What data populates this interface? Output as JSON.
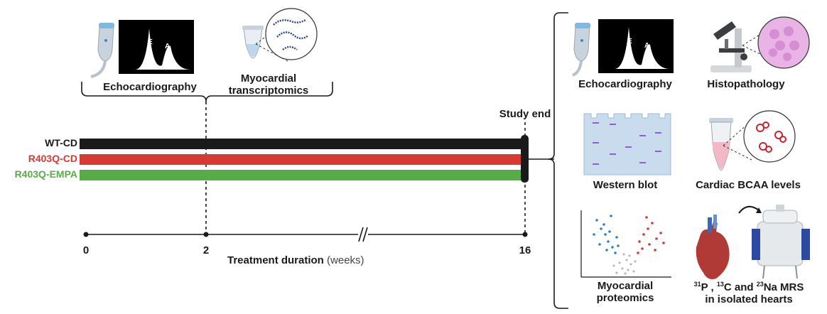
{
  "top_labels": {
    "echo": "Echocardiography",
    "transcriptomics_line1": "Myocardial",
    "transcriptomics_line2": "transcriptomics"
  },
  "study_end": "Study end",
  "groups": [
    {
      "name": "WT-CD",
      "color": "#1a1a1a"
    },
    {
      "name": "R403Q-CD",
      "color": "#d63a32"
    },
    {
      "name": "R403Q-EMPA",
      "color": "#57ad45"
    }
  ],
  "axis": {
    "ticks": [
      "0",
      "2",
      "16"
    ],
    "title_bold": "Treatment duration",
    "title_unit": "(weeks)"
  },
  "endpoints": {
    "echo": "Echocardiography",
    "histo": "Histopathology",
    "western": "Western blot",
    "bcaa": "Cardiac BCAA levels",
    "proteomics_line1": "Myocardial",
    "proteomics_line2": "proteomics",
    "mrs_sup1": "31",
    "mrs_t1": "P , ",
    "mrs_sup2": "13",
    "mrs_t2": "C and ",
    "mrs_sup3": "23",
    "mrs_t3": "Na MRS",
    "mrs_line2": "in isolated hearts"
  },
  "echo_peak_labels": {
    "e": "E",
    "a": "A"
  }
}
